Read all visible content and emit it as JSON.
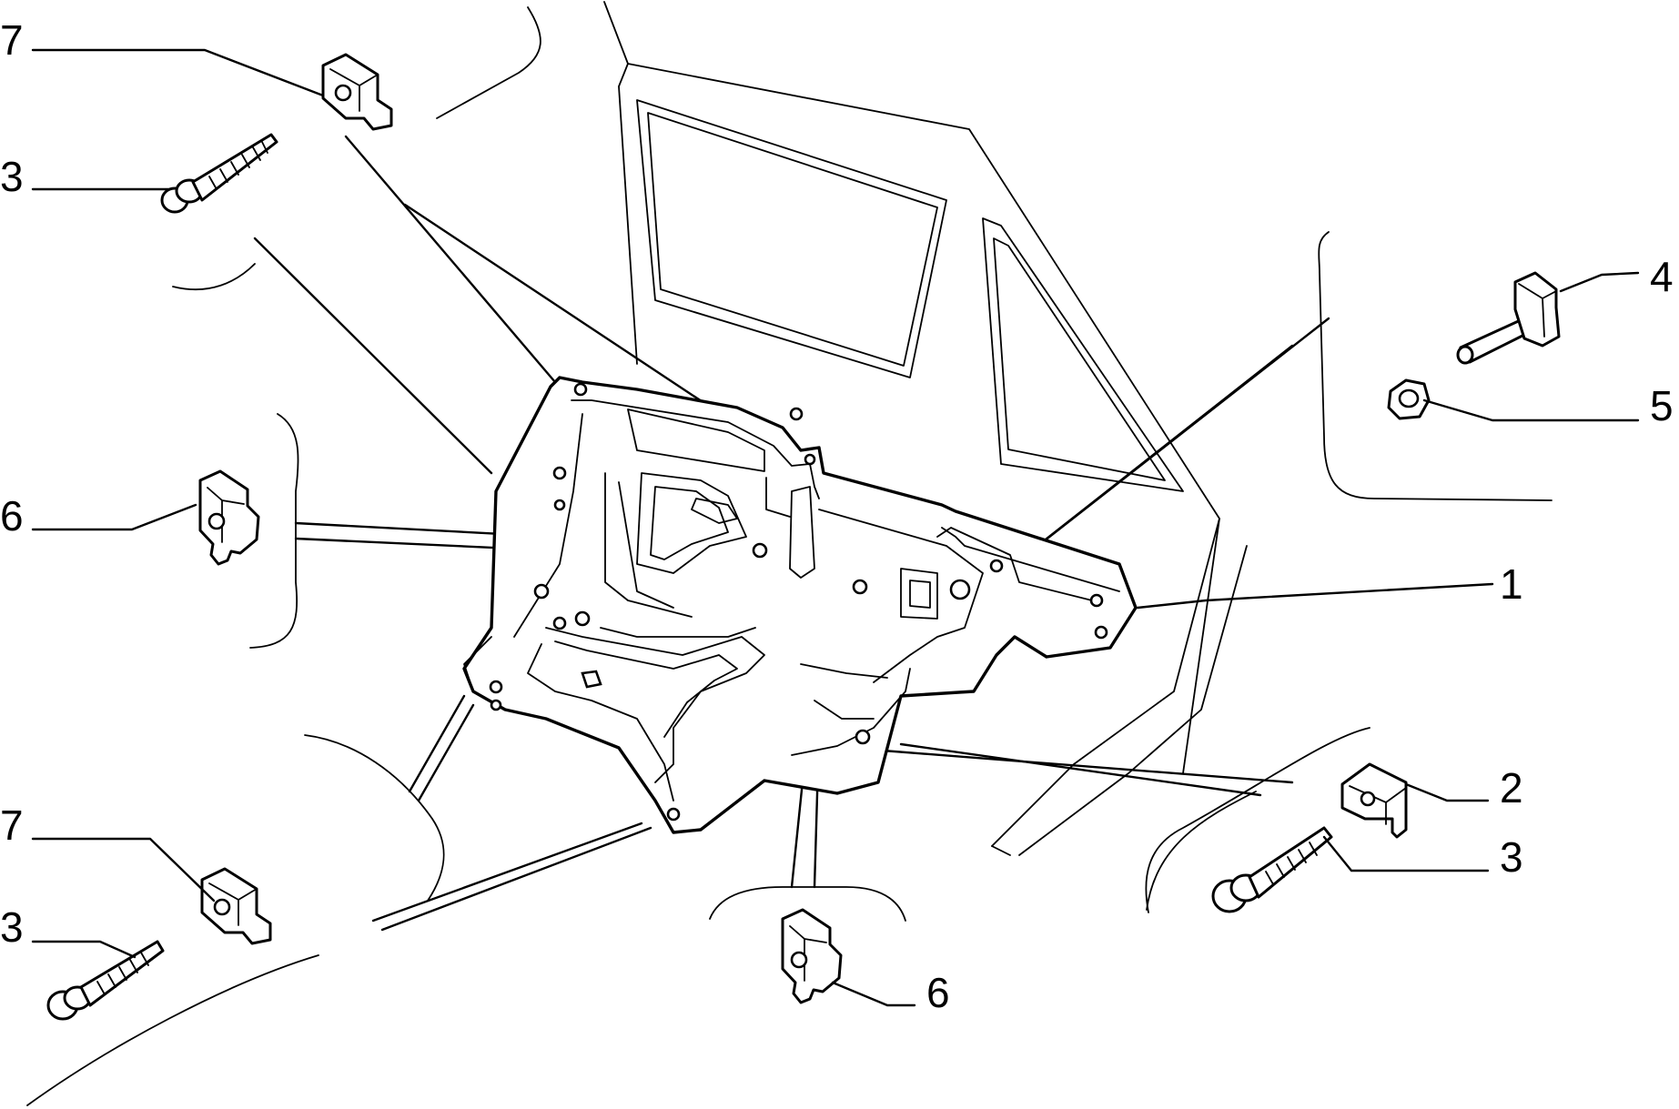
{
  "callouts": {
    "c7_top": "7",
    "c3_top": "3",
    "c6_left": "6",
    "c7_bottom": "7",
    "c3_bottom_left": "3",
    "c4": "4",
    "c5": "5",
    "c1": "1",
    "c2": "2",
    "c3_bottom_right": "3",
    "c6_bottom": "6"
  }
}
